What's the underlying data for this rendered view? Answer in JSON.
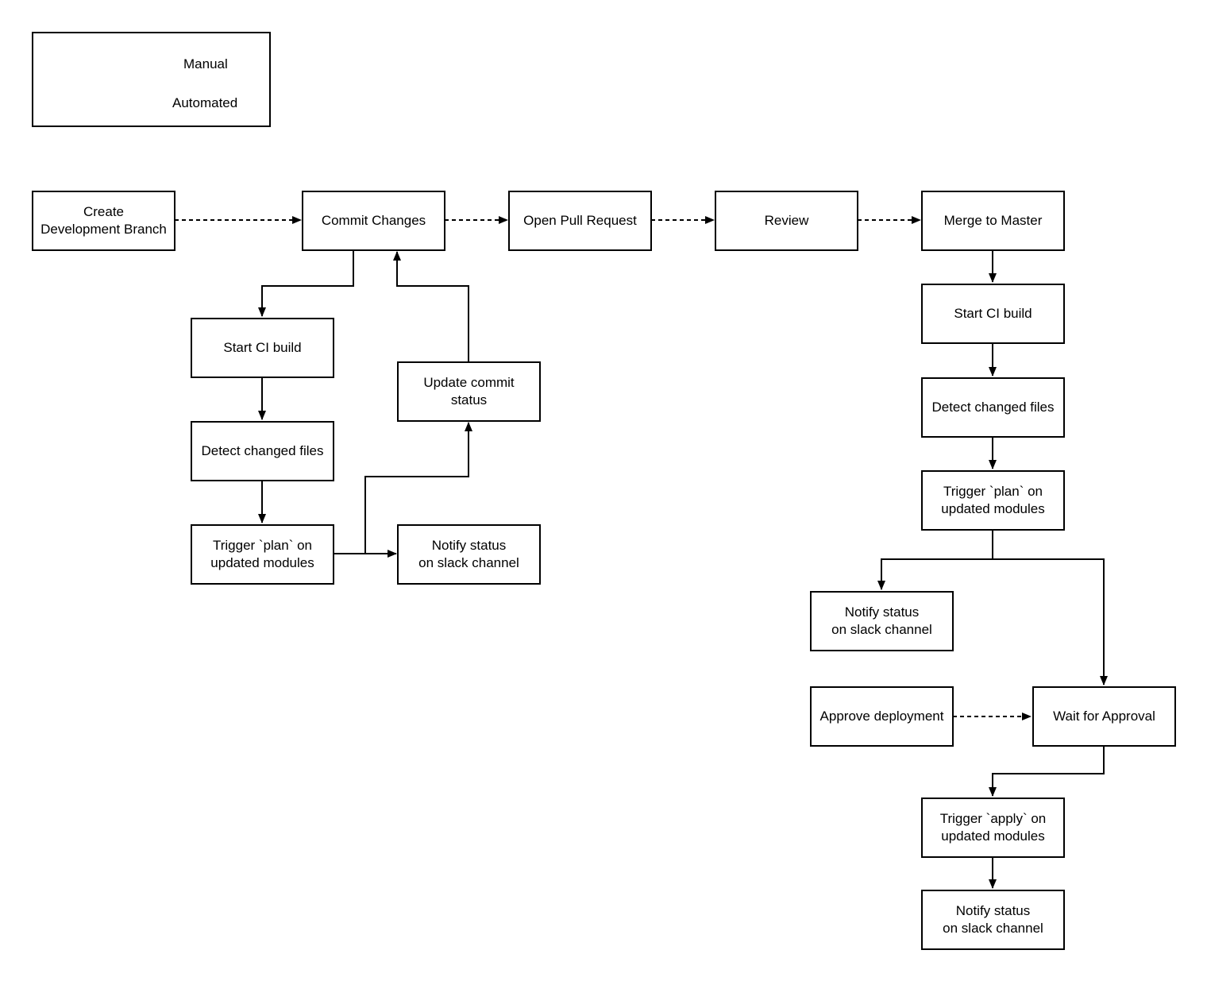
{
  "legend": {
    "manual_label": "Manual",
    "automated_label": "Automated"
  },
  "nodes": {
    "create_branch": "Create\nDevelopment Branch",
    "commit_changes": "Commit Changes",
    "open_pr": "Open Pull Request",
    "review": "Review",
    "merge_master": "Merge to Master",
    "dev_start_ci": "Start CI build",
    "dev_detect": "Detect changed files",
    "dev_plan": "Trigger `plan` on\nupdated modules",
    "dev_update_status": "Update commit\nstatus",
    "dev_notify": "Notify status\non slack channel",
    "main_start_ci": "Start CI build",
    "main_detect": "Detect changed files",
    "main_plan": "Trigger `plan` on\nupdated modules",
    "main_notify_plan": "Notify status\non slack channel",
    "approve": "Approve deployment",
    "wait_approval": "Wait for Approval",
    "apply": "Trigger `apply` on\nupdated modules",
    "main_notify_apply": "Notify status\non slack channel"
  },
  "edges": [
    {
      "from": "create_branch",
      "to": "commit_changes",
      "kind": "manual"
    },
    {
      "from": "commit_changes",
      "to": "open_pr",
      "kind": "manual"
    },
    {
      "from": "open_pr",
      "to": "review",
      "kind": "manual"
    },
    {
      "from": "review",
      "to": "merge_master",
      "kind": "manual"
    },
    {
      "from": "commit_changes",
      "to": "dev_start_ci",
      "kind": "automated"
    },
    {
      "from": "dev_start_ci",
      "to": "dev_detect",
      "kind": "automated"
    },
    {
      "from": "dev_detect",
      "to": "dev_plan",
      "kind": "automated"
    },
    {
      "from": "dev_plan",
      "to": "dev_notify",
      "kind": "automated"
    },
    {
      "from": "dev_plan",
      "to": "dev_update_status",
      "kind": "automated"
    },
    {
      "from": "dev_update_status",
      "to": "commit_changes",
      "kind": "automated"
    },
    {
      "from": "merge_master",
      "to": "main_start_ci",
      "kind": "automated"
    },
    {
      "from": "main_start_ci",
      "to": "main_detect",
      "kind": "automated"
    },
    {
      "from": "main_detect",
      "to": "main_plan",
      "kind": "automated"
    },
    {
      "from": "main_plan",
      "to": "main_notify_plan",
      "kind": "automated"
    },
    {
      "from": "main_plan",
      "to": "wait_approval",
      "kind": "automated"
    },
    {
      "from": "approve",
      "to": "wait_approval",
      "kind": "manual"
    },
    {
      "from": "wait_approval",
      "to": "apply",
      "kind": "automated"
    },
    {
      "from": "apply",
      "to": "main_notify_apply",
      "kind": "automated"
    }
  ]
}
